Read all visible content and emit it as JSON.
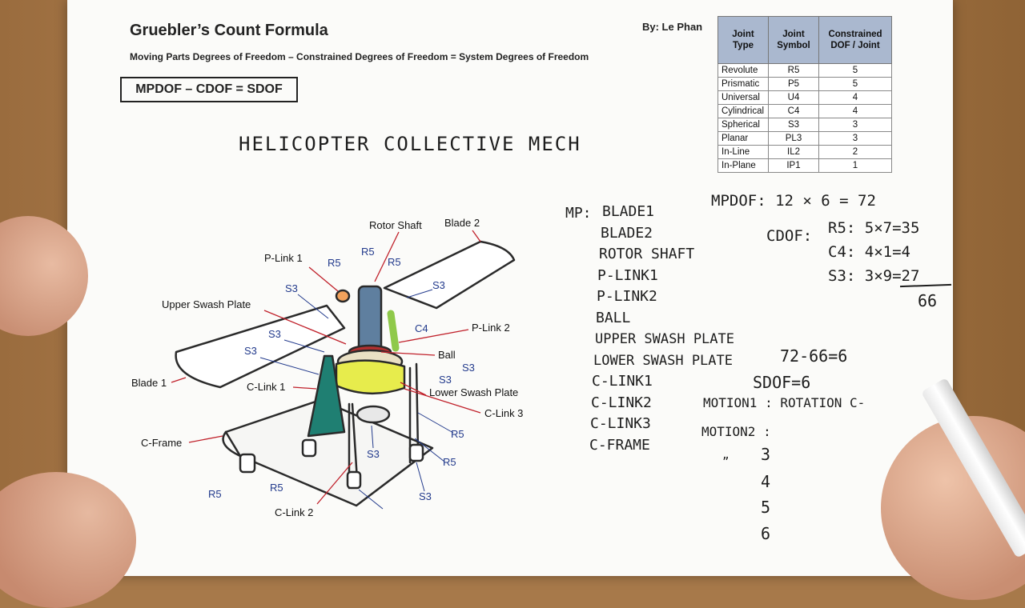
{
  "header": {
    "title": "Gruebler’s Count Formula",
    "subtitle": "Moving Parts Degrees of Freedom – Constrained Degrees of Freedom = System Degrees of Freedom",
    "byline": "By: Le Phan",
    "formula": "MPDOF – CDOF = SDOF"
  },
  "joint_table": {
    "headers": [
      "Joint Type",
      "Joint Symbol",
      "Constrained DOF / Joint"
    ],
    "rows": [
      [
        "Revolute",
        "R5",
        "5"
      ],
      [
        "Prismatic",
        "P5",
        "5"
      ],
      [
        "Universal",
        "U4",
        "4"
      ],
      [
        "Cylindrical",
        "C4",
        "4"
      ],
      [
        "Spherical",
        "S3",
        "3"
      ],
      [
        "Planar",
        "PL3",
        "3"
      ],
      [
        "In-Line",
        "IL2",
        "2"
      ],
      [
        "In-Plane",
        "IP1",
        "1"
      ]
    ]
  },
  "handwriting": {
    "heading": "HELICOPTER COLLECTIVE MECH",
    "mp_prefix": "MP:",
    "moving_parts": [
      "BLADE1",
      "BLADE2",
      "ROTOR SHAFT",
      "P-LINK1",
      "P-LINK2",
      "BALL",
      "UPPER SWASH PLATE",
      "LOWER SWASH PLATE",
      "C-LINK1",
      "C-LINK2",
      "C-LINK3",
      "C-FRAME"
    ],
    "mpdof": "MPDOF: 12 × 6 = 72",
    "cdof_prefix": "CDOF:",
    "cdof_r5": "R5: 5×7=35",
    "cdof_c4": "C4: 4×1=4",
    "cdof_s3": "S3: 3×9=27",
    "cdof_total": "66",
    "difference": "72-66=6",
    "sdof": "SDOF=6",
    "motion1": "MOTION1 : ROTATION C-",
    "motion2": "MOTION2 :",
    "motion_numbers": [
      "3",
      "4",
      "5",
      "6"
    ],
    "tick": "„"
  },
  "diagram": {
    "labels": {
      "rotor_shaft": "Rotor Shaft",
      "blade2": "Blade 2",
      "plink1": "P-Link 1",
      "upper_swash": "Upper Swash Plate",
      "plink2": "P-Link 2",
      "ball": "Ball",
      "blade1": "Blade 1",
      "clink1": "C-Link 1",
      "lower_swash": "Lower Swash Plate",
      "clink3": "C-Link 3",
      "cframe": "C-Frame",
      "clink2": "C-Link 2"
    },
    "joints": {
      "r5_a": "R5",
      "r5_b": "R5",
      "r5_c": "R5",
      "s3_a": "S3",
      "s3_b": "S3",
      "s3_c": "S3",
      "c4": "C4",
      "s3_d": "S3",
      "s3_e": "S3",
      "r5_d": "R5",
      "r5_e": "R5",
      "s3_f": "S3",
      "s3_g": "S3",
      "s3_h": "S3",
      "r5_f": "R5",
      "r5_g": "R5"
    }
  },
  "colors": {
    "ink": "#1d1d1d",
    "joint_label": "#223a8c",
    "leader_line": "#c0202a",
    "table_header": "#aab8cf",
    "swash_plate": "#e7ec4c",
    "c_link1": "#1f7f72",
    "p_link2": "#8fc94a",
    "shaft": "#5f7f9f",
    "ball": "#b23030"
  }
}
